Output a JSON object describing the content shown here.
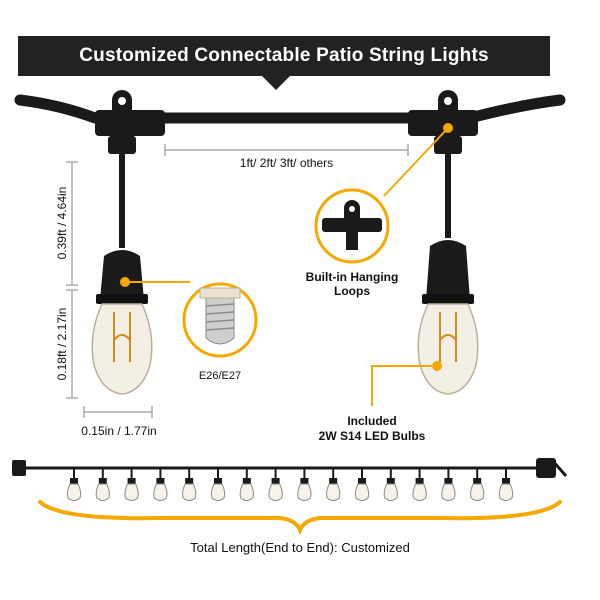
{
  "title": "Customized Connectable Patio String Lights",
  "labels": {
    "spacing": "1ft/ 2ft/ 3ft/ others",
    "socket_height": "0.39ft / 4.64in",
    "bulb_height": "0.18ft / 2.17in",
    "bulb_width": "0.15in / 1.77in",
    "base_type": "E26/E27",
    "hanging_loops_line1": "Built-in Hanging",
    "hanging_loops_line2": "Loops",
    "bulbs_line1": "Included",
    "bulbs_line2": "2W S14 LED Bulbs",
    "total_length": "Total Length(End to End):  Customized"
  },
  "colors": {
    "accent": "#F5A800",
    "cable": "#1a1a1a",
    "banner": "#222222"
  },
  "icons": {
    "hanging_loop_detail": "hanging-loop-icon",
    "bulb_base_detail": "e26-base-icon"
  },
  "bulb_count": 16
}
